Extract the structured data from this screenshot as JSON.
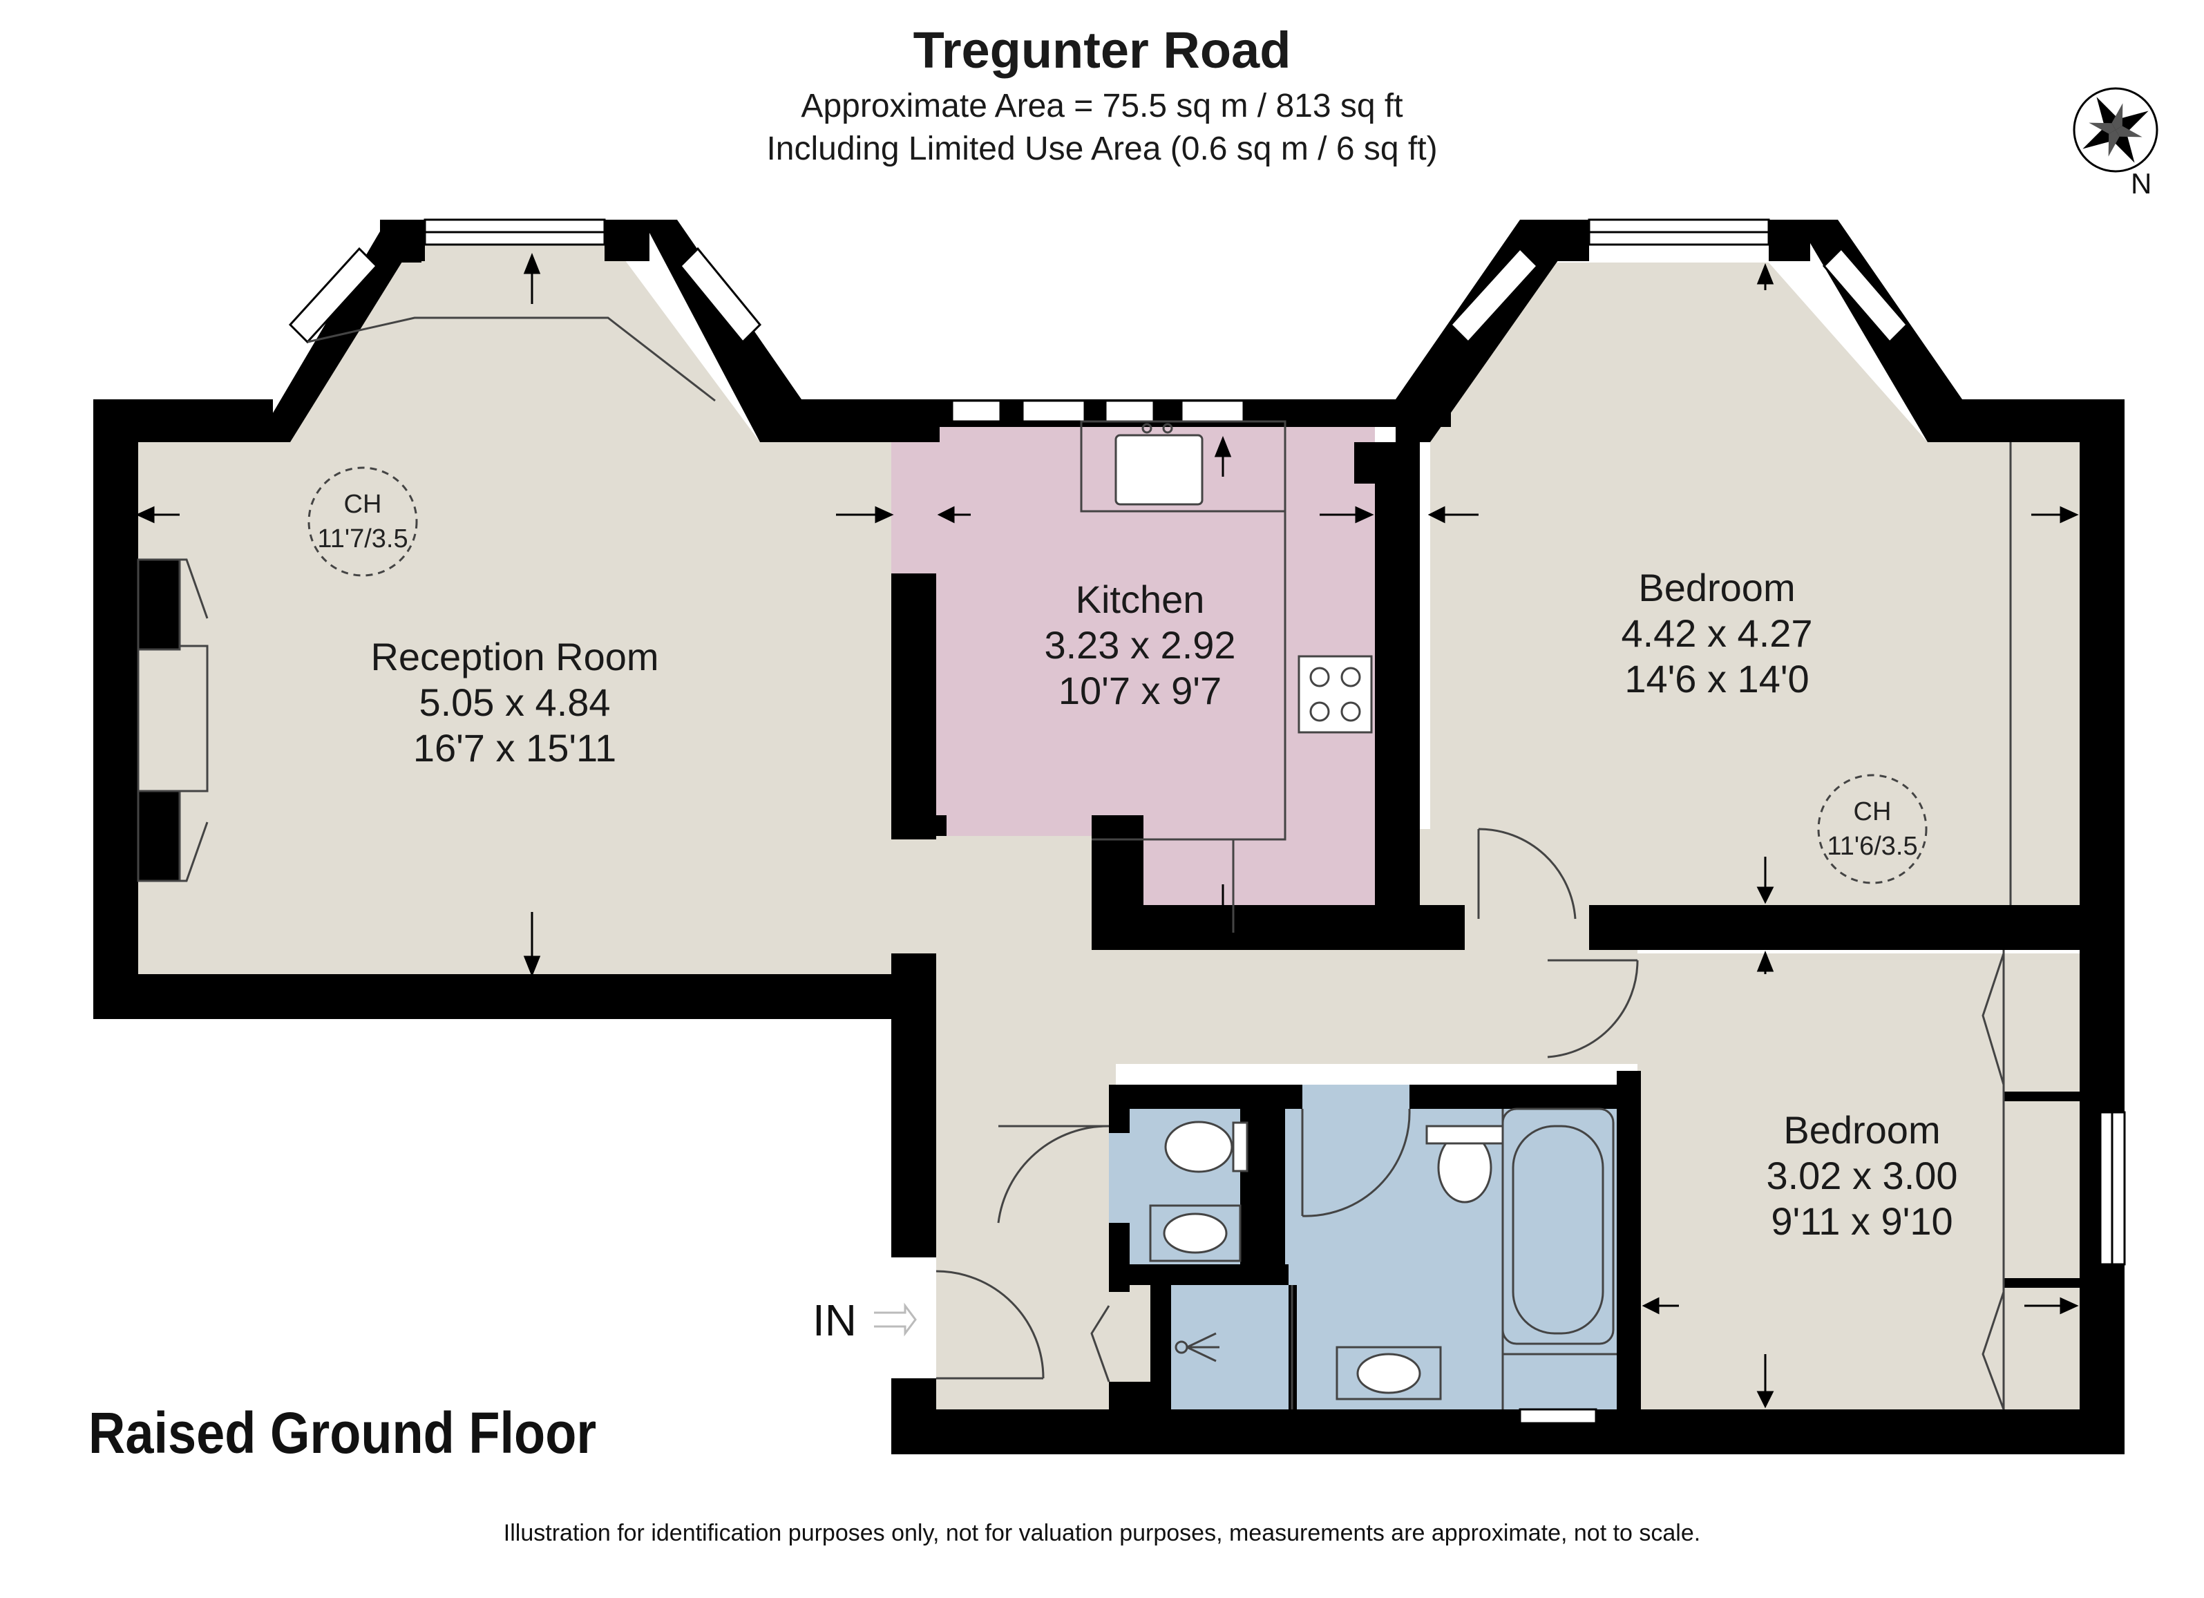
{
  "header": {
    "title": "Tregunter Road",
    "area_line": "Approximate Area = 75.5 sq m / 813 sq ft",
    "limited_use_line": "Including Limited Use Area (0.6 sq m / 6 sq ft)"
  },
  "floor_label": "Raised Ground Floor",
  "disclaimer": "Illustration for identification purposes only, not for valuation purposes, measurements are approximate, not to scale.",
  "compass": {
    "north_label": "N"
  },
  "entrance_label": "IN",
  "colors": {
    "living": "#e1ddd3",
    "kitchen": "#dec5d1",
    "bathroom": "#b6cbdc",
    "wall": "#000000"
  },
  "rooms": {
    "reception": {
      "name": "Reception Room",
      "metric": "5.05 x 4.84",
      "imperial": "16'7 x 15'11",
      "ceiling": {
        "label": "CH",
        "value": "11'7/3.5"
      }
    },
    "kitchen": {
      "name": "Kitchen",
      "metric": "3.23 x 2.92",
      "imperial": "10'7 x 9'7"
    },
    "bedroom1": {
      "name": "Bedroom",
      "metric": "4.42 x 4.27",
      "imperial": "14'6 x 14'0",
      "ceiling": {
        "label": "CH",
        "value": "11'6/3.5"
      }
    },
    "bedroom2": {
      "name": "Bedroom",
      "metric": "3.02 x 3.00",
      "imperial": "9'11 x 9'10"
    }
  }
}
